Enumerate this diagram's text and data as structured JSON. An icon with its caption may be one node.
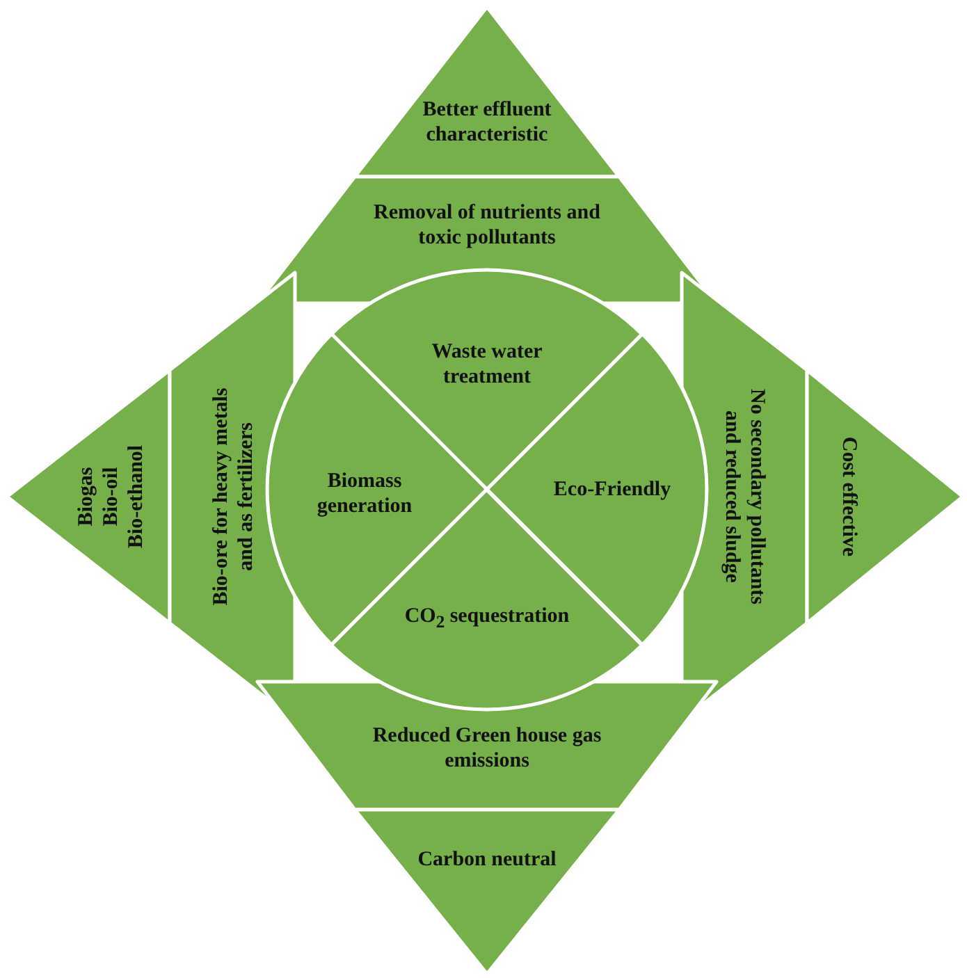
{
  "diagram": {
    "nodes": [
      {
        "text": [
          "Better effluent characteristic"
        ]
      },
      {
        "text": [
          "Removal of nutrients and toxic pollutants"
        ]
      },
      {
        "text": [
          "Biogas",
          "Bio-oil",
          "Bio-ethanol"
        ]
      },
      {
        "text": [
          "Bio-ore for heavy metals and as fertilizers"
        ]
      },
      {
        "text": [
          "Waste water treatment"
        ]
      },
      {
        "text": [
          "Biomass generation"
        ]
      },
      {
        "text": [
          "Eco-Friendly"
        ]
      },
      {
        "text": [
          "No secondary pollutants and reduced sludge"
        ]
      },
      {
        "text": [
          "Cost effective"
        ]
      },
      {
        "text": [
          "CO$_{2}$ sequestration"
        ]
      },
      {
        "text": [
          "Reduced Green house gas emissions"
        ]
      },
      {
        "text": [
          "Carbon neutral"
        ]
      }
    ]
  }
}
